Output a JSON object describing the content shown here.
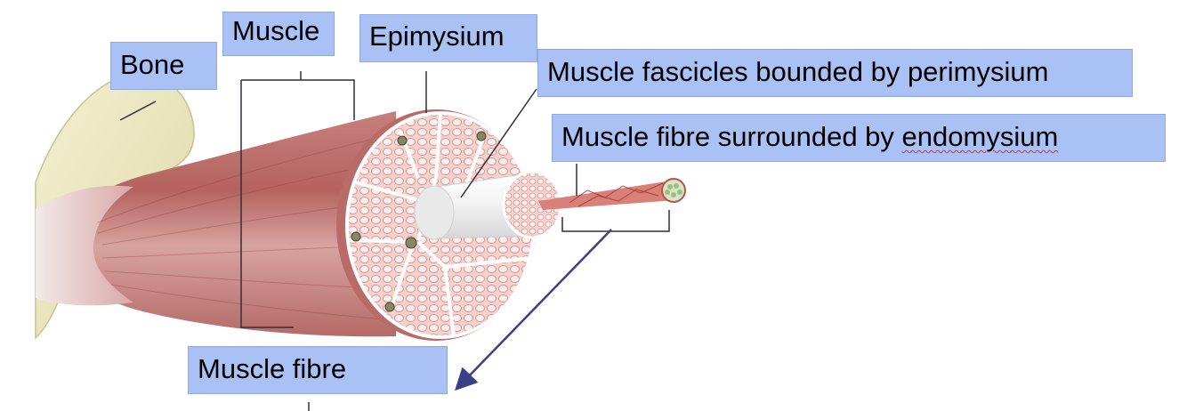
{
  "labels": {
    "bone": "Bone",
    "muscle": "Muscle",
    "epimysium": "Epimysium",
    "fascicles": "Muscle fascicles bounded by perimysium",
    "fibre_surrounded_prefix": "Muscle fibre surrounded by ",
    "fibre_surrounded_word": "endomysium",
    "muscle_fibre": "Muscle fibre"
  },
  "colors": {
    "label_bg": "#a9c1f4",
    "bone": "#ece8bf",
    "muscle": "#c98583",
    "muscle_dark": "#a5524f",
    "fascicle_fill": "#f6dbd7",
    "perimysium": "#ffffff",
    "arrow": "#3a3f8a",
    "spellcheck_underline": "#e0302a"
  }
}
